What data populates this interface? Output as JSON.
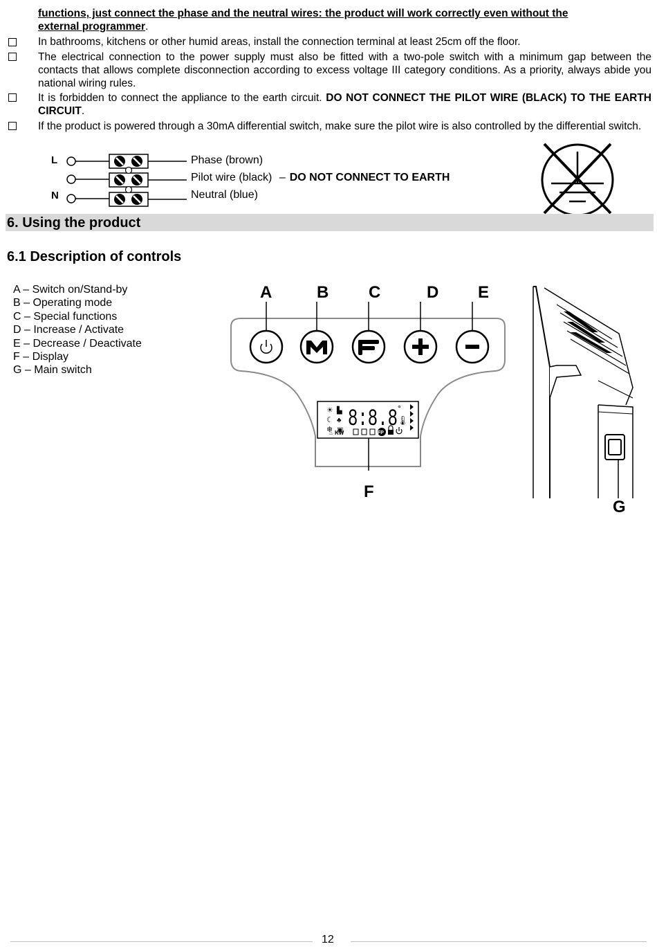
{
  "paragraphs": {
    "p0_line1": "functions, just connect the phase and the neutral wires: the product will work correctly even without the",
    "p0_line2": "external programmer",
    "p0_line2_end": ".",
    "p1": "In bathrooms, kitchens or other humid areas, install the connection terminal at least 25cm off the floor.",
    "p2": "The electrical connection to the power supply must also be fitted with a two-pole switch with a minimum gap between the contacts that allows complete disconnection according to excess voltage III category conditions. As a priority, always abide you national wiring rules.",
    "p3_start": "It is forbidden to connect the appliance to the earth circuit. ",
    "p3_bold": "DO NOT CONNECT THE PILOT WIRE (BLACK) TO THE EARTH CIRCUIT",
    "p3_end": ".",
    "p4": "If the product is powered through a 30mA differential switch, make sure the pilot wire is also controlled by the differential switch."
  },
  "wiring": {
    "label_l": "L",
    "label_n": "N",
    "phase": "Phase (brown)",
    "pilot": "Pilot wire (black)",
    "pilot_dash": "–",
    "pilot_warning": "DO NOT CONNECT TO EARTH",
    "neutral": "Neutral (blue)"
  },
  "section": {
    "title": "6.  Using the product",
    "subtitle": "6.1 Description of controls"
  },
  "controls_legend": [
    "A – Switch on/Stand-by",
    "B – Operating mode",
    "C – Special functions",
    "D – Increase / Activate",
    "E – Decrease / Deactivate",
    "F – Display",
    "G – Main switch"
  ],
  "diagram_letters": {
    "a": "A",
    "b": "B",
    "c": "C",
    "d": "D",
    "e": "E",
    "f": "F",
    "g": "G"
  },
  "display": {
    "digits": "8:8.8",
    "degree": "°",
    "kw": "KW",
    "fp": "FP"
  },
  "footer": {
    "page_number": "12"
  }
}
